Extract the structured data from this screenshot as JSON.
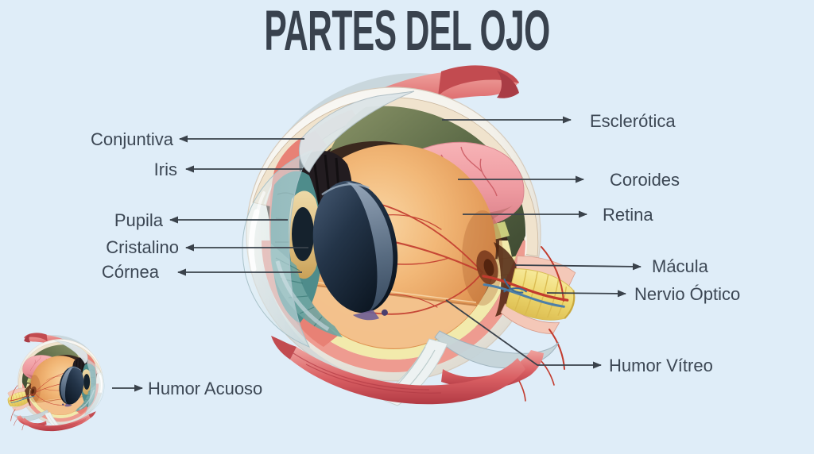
{
  "title": "PARTES DEL OJO",
  "labels": {
    "conjuntiva": "Conjuntiva",
    "iris": "Iris",
    "pupila": "Pupila",
    "cristalino": "Cristalino",
    "cornea": "Córnea",
    "esclerotica": "Esclerótica",
    "coroides": "Coroides",
    "retina": "Retina",
    "macula": "Mácula",
    "nervio_optico": "Nervio Óptico",
    "humor_vitreo": "Humor Vítreo",
    "humor_acuoso": "Humor Acuoso"
  },
  "colors": {
    "background": "#DFEDF8",
    "title_text": "#39424E",
    "label_text": "#3C4754",
    "arrow": "#3A424B",
    "sclera_white": "#F8F7F2",
    "rim_cream": "#F0E3CD",
    "choroid_salmon": "#EE9B90",
    "green_layer": "#5F6D49",
    "choroid_pink": "#F1A3A8",
    "retina_pale": "#F2EAAC",
    "retina_mottle": "#C9CD7D",
    "vitreous_orange": "#EDA763",
    "vessel_red": "#C23B2E",
    "lens_dark": "#1C2B3C",
    "iris_teal": "#4E8C8B",
    "iris_gold": "#E2C38B",
    "pupil_dark": "#15222D",
    "cornea_tint": "#CDE1E6",
    "muscle_red": "#D95F63",
    "nerve_yellow": "#F2E07E",
    "nerve_pink": "#F4C8B8",
    "vein_blue": "#4D7FA8",
    "tissue_gray": "#C7D4D9"
  }
}
